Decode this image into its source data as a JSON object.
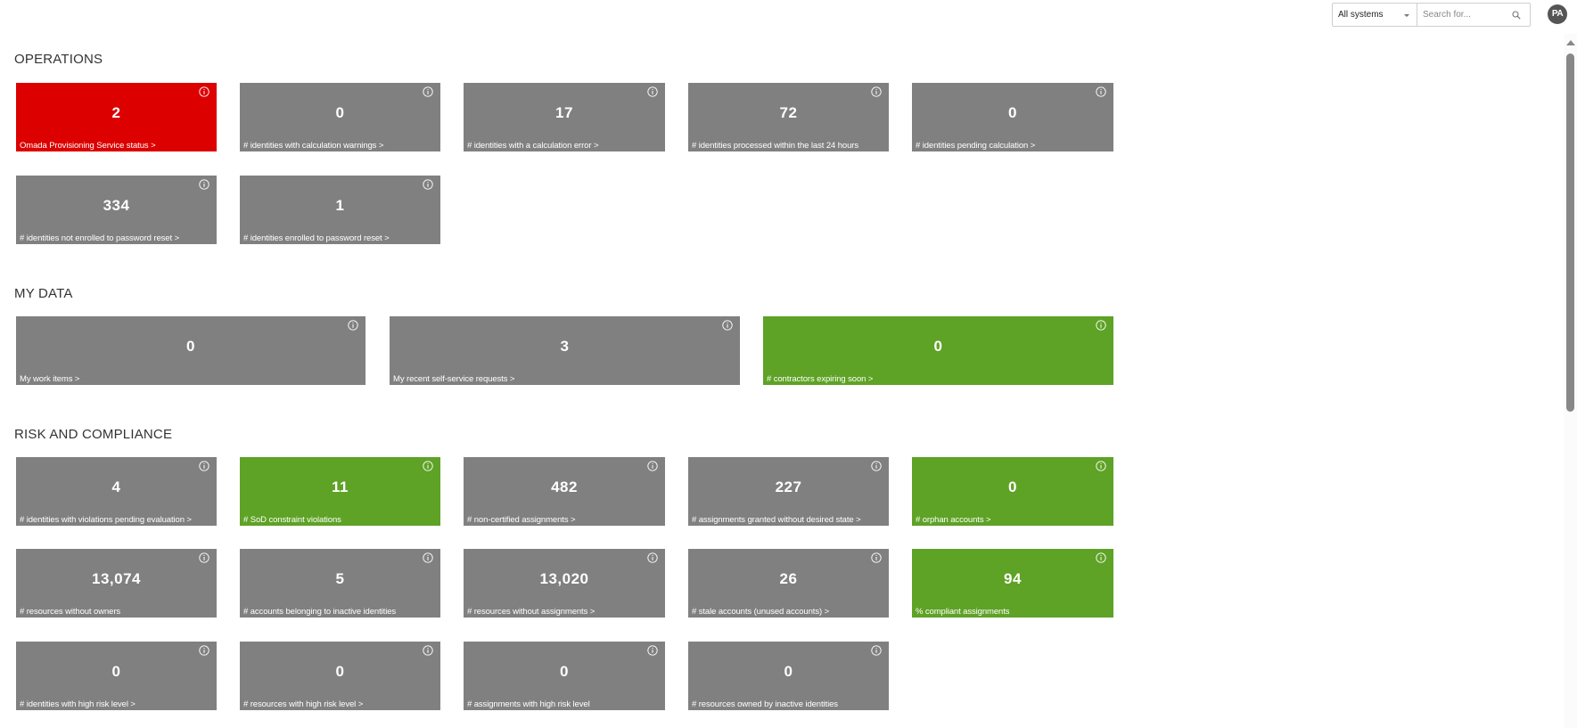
{
  "header": {
    "system_filter": {
      "selected": "All systems"
    },
    "search": {
      "placeholder": "Search for...",
      "value": ""
    },
    "avatar_initials": "PA"
  },
  "icons": {
    "info": "info-circle-icon",
    "search": "magnifier-icon",
    "dropdown": "caret-down-icon"
  },
  "colors": {
    "tile_neutral": "#808080",
    "tile_alert": "#dc0000",
    "tile_ok": "#5ea226"
  },
  "sections": [
    {
      "title": "OPERATIONS",
      "tiles": [
        {
          "value": "2",
          "label": "Omada Provisioning Service status >",
          "status": "red"
        },
        {
          "value": "0",
          "label": "# identities with calculation warnings >",
          "status": "gray"
        },
        {
          "value": "17",
          "label": "# identities with a calculation error >",
          "status": "gray"
        },
        {
          "value": "72",
          "label": "# identities processed within the last 24 hours",
          "status": "gray"
        },
        {
          "value": "0",
          "label": "# identities pending calculation >",
          "status": "gray"
        },
        {
          "value": "334",
          "label": "# identities not enrolled to password reset >",
          "status": "gray"
        },
        {
          "value": "1",
          "label": "# identities enrolled to password reset >",
          "status": "gray"
        }
      ]
    },
    {
      "title": "MY DATA",
      "tiles": [
        {
          "value": "0",
          "label": "My work items >",
          "status": "gray"
        },
        {
          "value": "3",
          "label": "My recent self-service requests >",
          "status": "gray"
        },
        {
          "value": "0",
          "label": "# contractors expiring soon >",
          "status": "green"
        }
      ]
    },
    {
      "title": "RISK AND COMPLIANCE",
      "tiles": [
        {
          "value": "4",
          "label": "# identities with violations pending evaluation >",
          "status": "gray"
        },
        {
          "value": "11",
          "label": "# SoD constraint violations",
          "status": "green"
        },
        {
          "value": "482",
          "label": "# non-certified assignments >",
          "status": "gray"
        },
        {
          "value": "227",
          "label": "# assignments granted without desired state >",
          "status": "gray"
        },
        {
          "value": "0",
          "label": "# orphan accounts >",
          "status": "green"
        },
        {
          "value": "13,074",
          "label": "# resources without owners",
          "status": "gray"
        },
        {
          "value": "5",
          "label": "# accounts belonging to inactive identities",
          "status": "gray"
        },
        {
          "value": "13,020",
          "label": "# resources without assignments >",
          "status": "gray"
        },
        {
          "value": "26",
          "label": "# stale accounts (unused accounts) >",
          "status": "gray"
        },
        {
          "value": "94",
          "label": "% compliant assignments",
          "status": "green"
        },
        {
          "value": "0",
          "label": "# identities with high risk level >",
          "status": "gray"
        },
        {
          "value": "0",
          "label": "# resources with high risk level >",
          "status": "gray"
        },
        {
          "value": "0",
          "label": "# assignments with high risk level",
          "status": "gray"
        },
        {
          "value": "0",
          "label": "# resources owned by inactive identities",
          "status": "gray"
        }
      ]
    }
  ]
}
